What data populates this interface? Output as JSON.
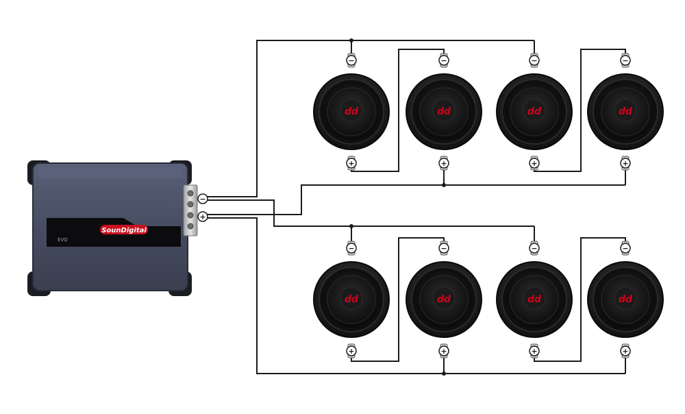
{
  "amplifier": {
    "brand": "SounDigital",
    "model_badge": "EVO",
    "terminals": [
      {
        "symbol": "−",
        "polarity": "negative"
      },
      {
        "symbol": "+",
        "polarity": "positive"
      }
    ]
  },
  "speakers": {
    "logo": "dd",
    "count": 8,
    "rows": 2,
    "per_row": 4,
    "terminal_symbols": {
      "top": "−",
      "bottom": "+"
    }
  },
  "colors": {
    "wire": "#1a1a1a",
    "amp_body": "#4a5064",
    "logo_red": "#d0021b",
    "background": "#ffffff"
  }
}
